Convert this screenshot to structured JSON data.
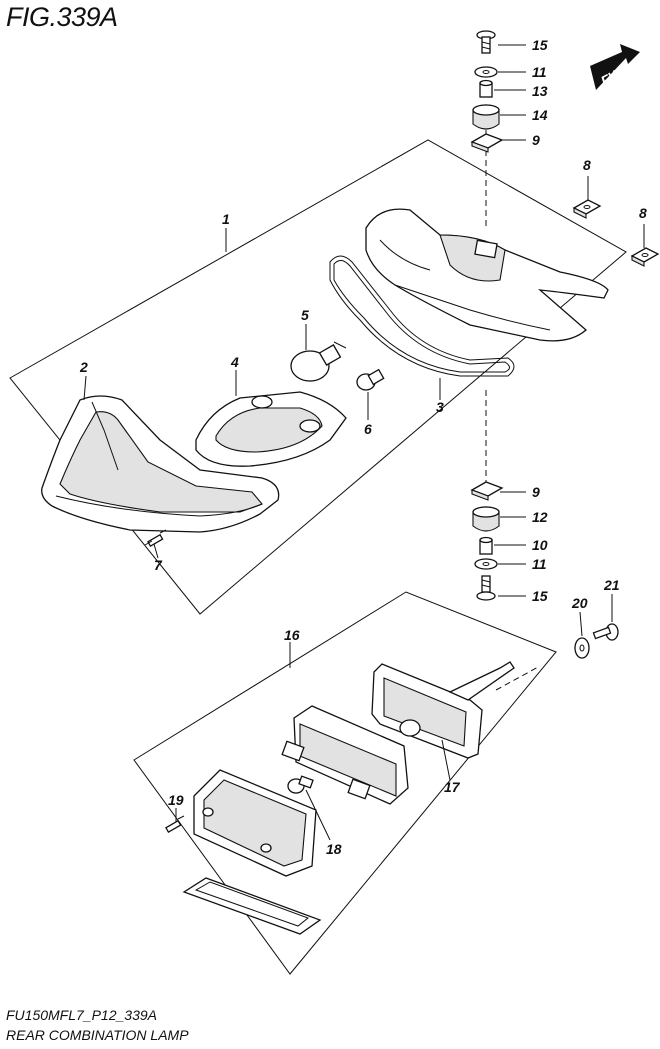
{
  "figure": {
    "title": "FIG.339A",
    "model_code": "FU150MFL7_P12_339A",
    "name": "REAR COMBINATION LAMP",
    "direction_badge": "FWD"
  },
  "callouts": [
    "15",
    "11",
    "13",
    "14",
    "9",
    "8",
    "8",
    "1",
    "5",
    "4",
    "2",
    "3",
    "6",
    "9",
    "12",
    "10",
    "11",
    "15",
    "7",
    "16",
    "20",
    "21",
    "17",
    "19",
    "18"
  ]
}
